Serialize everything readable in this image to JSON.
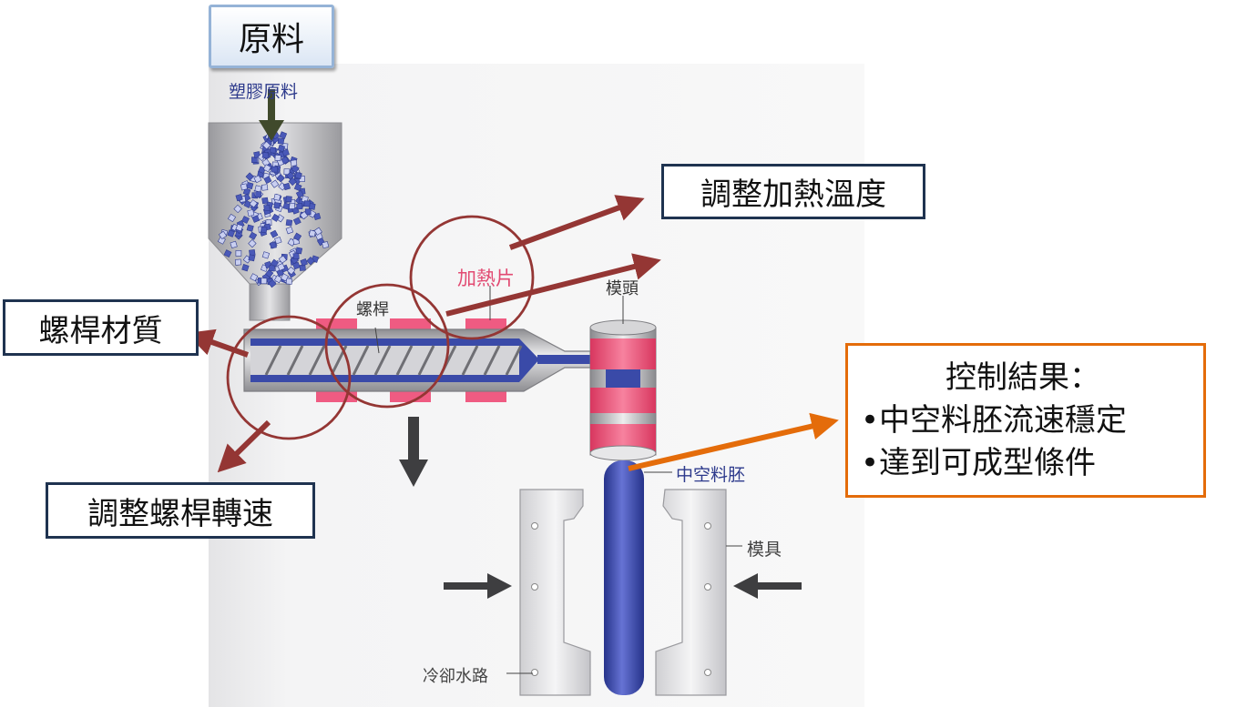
{
  "callouts": {
    "raw_material": "原料",
    "heating_temp": "調整加熱溫度",
    "screw_material": "螺桿材質",
    "screw_speed": "調整螺桿轉速",
    "control_result": {
      "title": "控制結果：",
      "items": [
        "•中空料胚流速穩定",
        "•達到可成型條件"
      ]
    }
  },
  "machine_labels": {
    "plastic_raw": "塑膠原料",
    "heater": "加熱片",
    "screw": "螺桿",
    "die_head": "模頭",
    "parison": "中空料胚",
    "mold": "模具",
    "cooling_channel": "冷卻水路"
  },
  "colors": {
    "callout_arrow": "#943634",
    "callout_circle": "#943634",
    "navy_border": "#1f3350",
    "orange": "#e46c0a",
    "plastic_blue": "#3a4aa8",
    "heater_pink": "#ef5b82",
    "steel_gray": "#b8b8bc"
  }
}
